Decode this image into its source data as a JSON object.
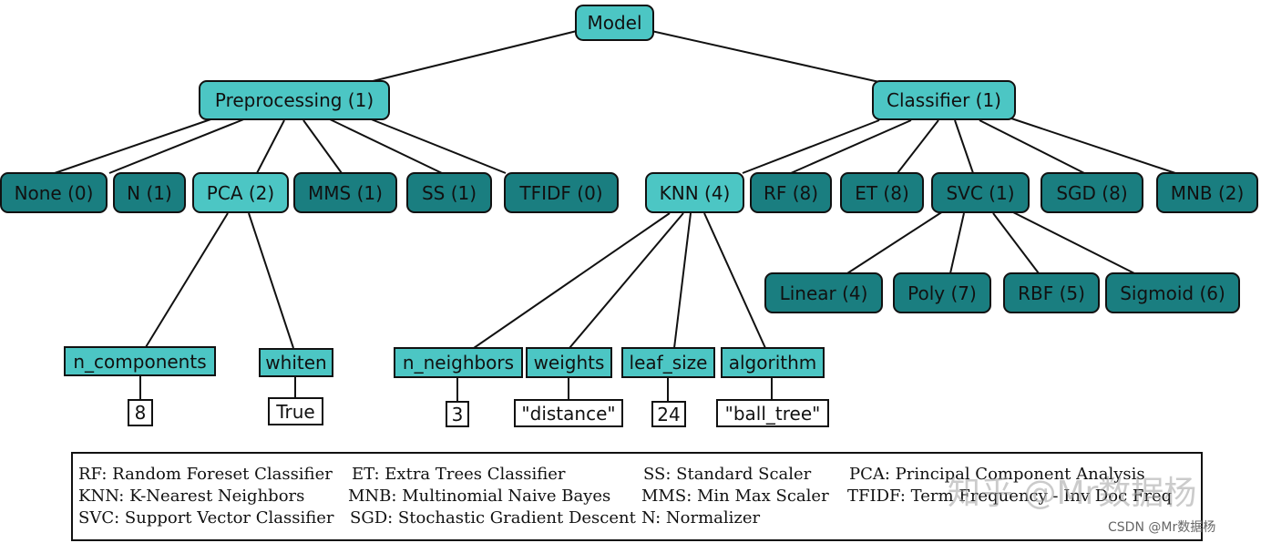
{
  "colors": {
    "light_node": "#4cc6c4",
    "dark_node": "#1a7e80",
    "line": "#111111"
  },
  "nodes": {
    "model": "Model",
    "preprocessing": "Preprocessing (1)",
    "classifier": "Classifier (1)",
    "none": "None (0)",
    "n": "N (1)",
    "pca": "PCA (2)",
    "mms": "MMS (1)",
    "ss": "SS (1)",
    "tfidf": "TFIDF (0)",
    "knn": "KNN (4)",
    "rf": "RF (8)",
    "et": "ET (8)",
    "svc": "SVC (1)",
    "sgd": "SGD (8)",
    "mnb": "MNB (2)",
    "linear": "Linear (4)",
    "poly": "Poly (7)",
    "rbf": "RBF (5)",
    "sigmoid": "Sigmoid (6)"
  },
  "params": {
    "n_components": "n_components",
    "whiten": "whiten",
    "n_neighbors": "n_neighbors",
    "weights": "weights",
    "leaf_size": "leaf_size",
    "algorithm": "algorithm"
  },
  "values": {
    "n_components": "8",
    "whiten": "True",
    "n_neighbors": "3",
    "weights": "\"distance\"",
    "leaf_size": "24",
    "algorithm": "\"ball_tree\""
  },
  "legend": {
    "rf": "RF: Random Foreset Classifier",
    "knn": "KNN: K-Nearest Neighbors",
    "svc": "SVC: Support Vector Classifier",
    "et": "ET: Extra Trees Classifier",
    "mnb": "MNB: Multinomial Naive Bayes",
    "sgd": "SGD: Stochastic Gradient Descent",
    "ss": "SS: Standard Scaler",
    "mms": "MMS: Min Max Scaler",
    "n": "N: Normalizer",
    "pca": "PCA: Principal Component Analysis",
    "tfidf": "TFIDF: Term Frequency - Inv Doc Freq"
  },
  "watermark": {
    "main": "知乎 @Mr数据杨",
    "csdn": "CSDN @Mr数据杨"
  }
}
